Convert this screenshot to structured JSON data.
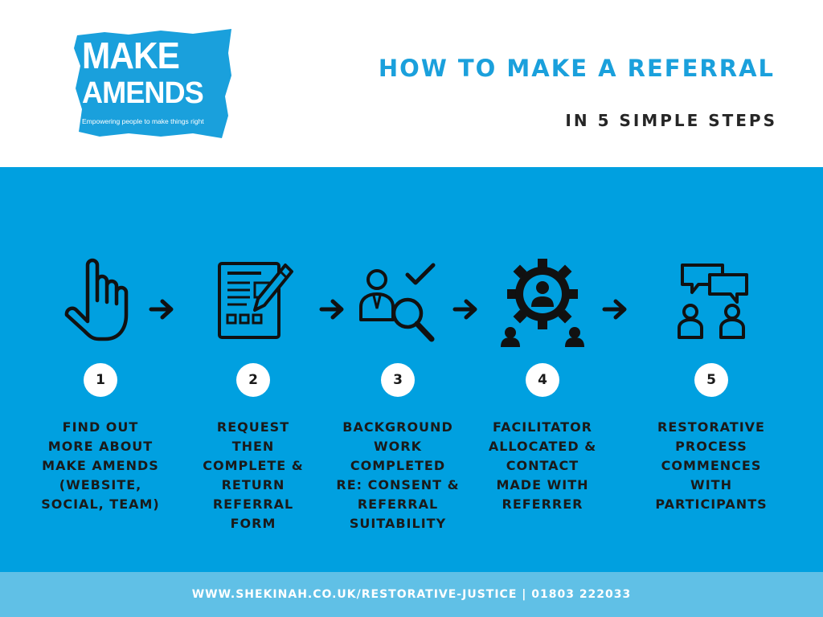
{
  "logo": {
    "line1": "MAKE",
    "line2": "AMENDS",
    "tagline": "Empowering people to make things right",
    "color": "#1aa0dc"
  },
  "header": {
    "title": "HOW TO MAKE A REFERRAL",
    "subtitle": "IN 5 SIMPLE STEPS"
  },
  "colors": {
    "accent": "#1aa0dc",
    "main_bg": "#00a0e0",
    "footer_bg": "#60c0e6",
    "dark": "#1a1a1a"
  },
  "steps": [
    {
      "number": "1",
      "icon": "pointing-hand-icon",
      "label": "FIND OUT\nMORE ABOUT\nMAKE AMENDS\n(WEBSITE,\nSOCIAL, TEAM)"
    },
    {
      "number": "2",
      "icon": "form-pencil-icon",
      "label": "REQUEST\nTHEN\nCOMPLETE &\nRETURN\nREFERRAL\nFORM"
    },
    {
      "number": "3",
      "icon": "background-check-icon",
      "label": "BACKGROUND\nWORK\nCOMPLETED\nRE: CONSENT &\nREFERRAL\nSUITABILITY"
    },
    {
      "number": "4",
      "icon": "facilitator-gear-icon",
      "label": "FACILITATOR\nALLOCATED &\nCONTACT\nMADE WITH\nREFERRER"
    },
    {
      "number": "5",
      "icon": "conversation-people-icon",
      "label": "RESTORATIVE\nPROCESS\nCOMMENCES\nWITH\nPARTICIPANTS"
    }
  ],
  "footer": {
    "text": "WWW.SHEKINAH.CO.UK/RESTORATIVE-JUSTICE | 01803 222033"
  }
}
